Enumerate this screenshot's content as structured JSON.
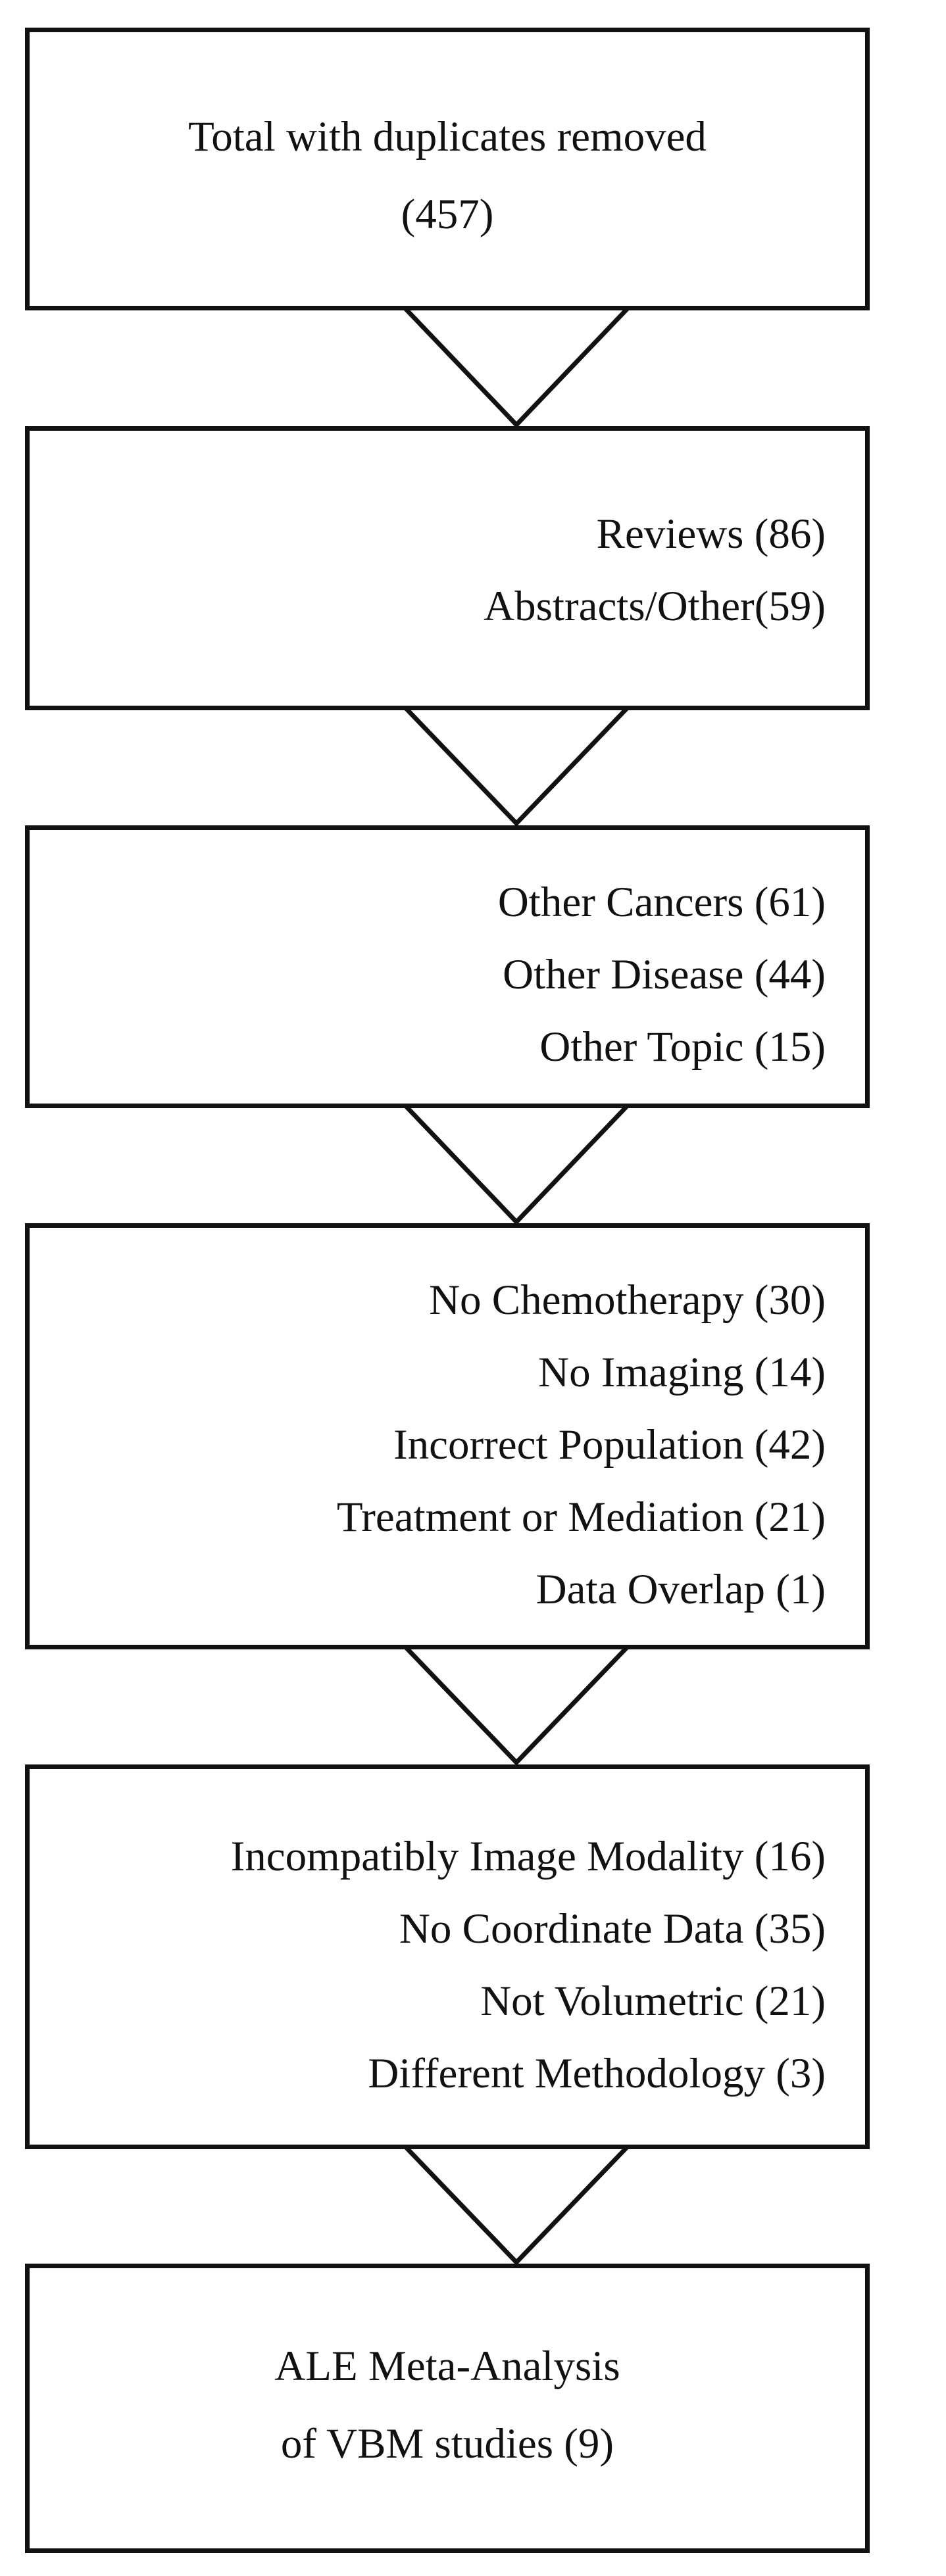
{
  "flow": {
    "step1": {
      "lines": [
        "Total with duplicates removed",
        "(457)"
      ]
    },
    "step2": {
      "lines": [
        "Reviews (86)",
        "Abstracts/Other(59)"
      ]
    },
    "step3": {
      "lines": [
        "Other Cancers (61)",
        "Other Disease (44)",
        "Other Topic (15)"
      ]
    },
    "step4": {
      "lines": [
        "No Chemotherapy (30)",
        "No Imaging (14)",
        "Incorrect Population (42)",
        "Treatment or Mediation (21)",
        "Data Overlap (1)"
      ]
    },
    "step5": {
      "lines": [
        "Incompatibly Image Modality (16)",
        "No Coordinate Data (35)",
        "Not Volumetric (21)",
        "Different Methodology (3)"
      ]
    },
    "step6": {
      "lines": [
        "ALE Meta-Analysis",
        "of VBM studies (9)"
      ]
    }
  }
}
